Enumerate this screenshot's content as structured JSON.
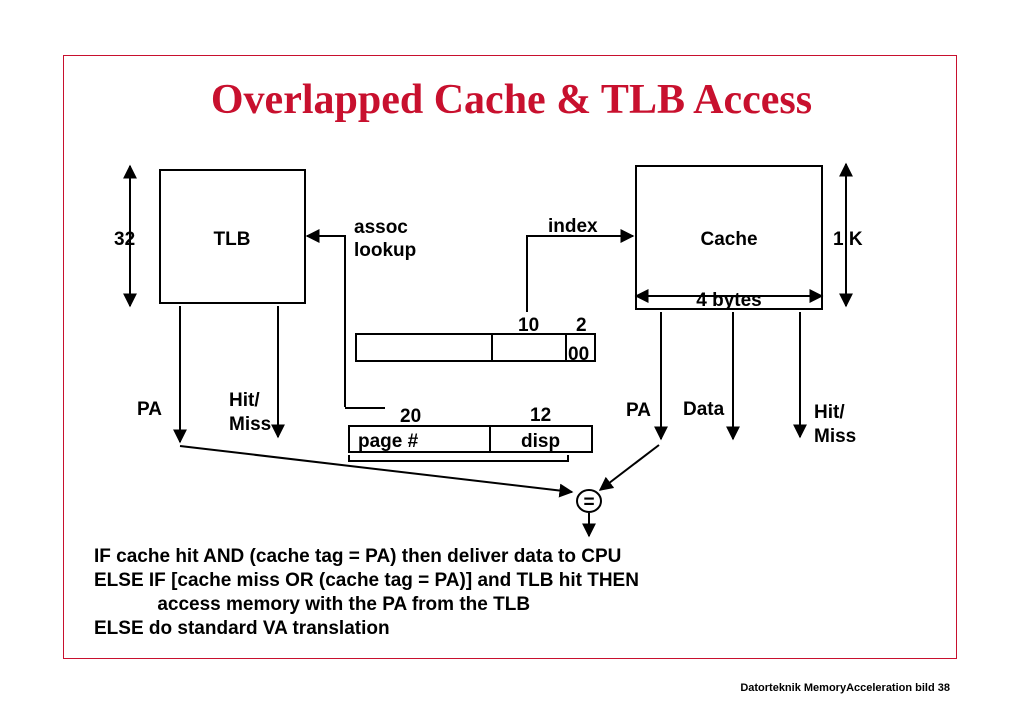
{
  "slide": {
    "title": "Overlapped Cache & TLB Access",
    "footer": "Datorteknik MemoryAcceleration bild 38",
    "accent_color": "#c8102e"
  },
  "diagram": {
    "tlb": {
      "label": "TLB",
      "height_label": "32"
    },
    "cache": {
      "label": "Cache",
      "height_label": "1 K",
      "width_label": "4 bytes"
    },
    "assoc_lookup": [
      "assoc",
      "lookup"
    ],
    "index_label": "index",
    "cache_address": {
      "index_bits": "10",
      "offset_bits": "2",
      "offset_value": "00"
    },
    "virtual_address": {
      "page_bits": "20",
      "disp_bits": "12",
      "page_field": "page #",
      "disp_field": "disp"
    },
    "tlb_outputs": {
      "pa": "PA",
      "hit_miss": [
        "Hit/",
        "Miss"
      ]
    },
    "cache_outputs": {
      "pa": "PA",
      "data": "Data",
      "hit_miss": [
        "Hit/",
        "Miss"
      ]
    },
    "comparator": "="
  },
  "logic": [
    "IF cache hit AND (cache tag = PA) then deliver data to CPU",
    "ELSE IF [cache miss OR (cache tag = PA)] and TLB hit THEN",
    "            access memory with the PA from the TLB",
    "ELSE do standard VA translation"
  ]
}
